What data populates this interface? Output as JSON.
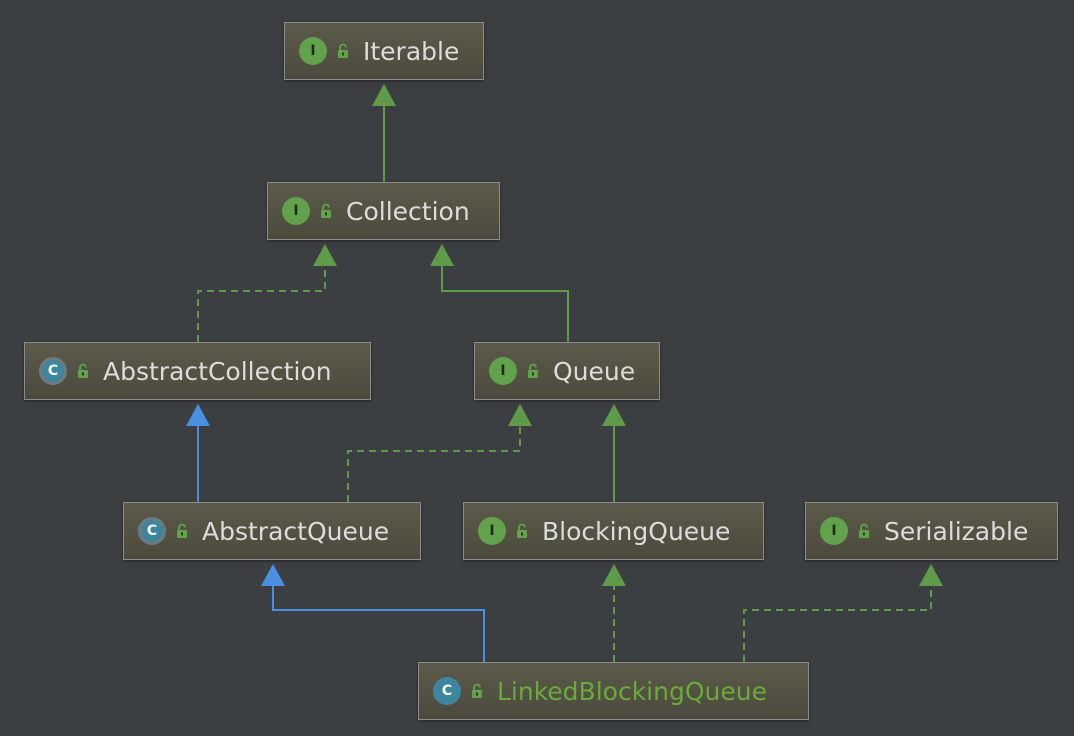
{
  "colors": {
    "background": "#3c3f41",
    "node_fill": "#4e4c3e",
    "node_border": "#8c8c8c",
    "label_text": "#dcdcdc",
    "selected_label_text": "#6aaa3c",
    "interface_badge": "#62a24d",
    "class_badge": "#3e86a0",
    "edge_green": "#5f9b48",
    "edge_blue": "#4a90e2"
  },
  "nodes": [
    {
      "id": "iterable",
      "label": "Iterable",
      "badge": "I",
      "kind": "interface",
      "icon": "unlocked-icon"
    },
    {
      "id": "collection",
      "label": "Collection",
      "badge": "I",
      "kind": "interface",
      "icon": "unlocked-icon"
    },
    {
      "id": "abstract-collection",
      "label": "AbstractCollection",
      "badge": "C",
      "kind": "abstract-class",
      "icon": "unlocked-icon"
    },
    {
      "id": "queue",
      "label": "Queue",
      "badge": "I",
      "kind": "interface",
      "icon": "unlocked-icon"
    },
    {
      "id": "abstract-queue",
      "label": "AbstractQueue",
      "badge": "C",
      "kind": "abstract-class",
      "icon": "unlocked-icon"
    },
    {
      "id": "blocking-queue",
      "label": "BlockingQueue",
      "badge": "I",
      "kind": "interface",
      "icon": "unlocked-icon"
    },
    {
      "id": "serializable",
      "label": "Serializable",
      "badge": "I",
      "kind": "interface",
      "icon": "unlocked-icon"
    },
    {
      "id": "linked-blocking-queue",
      "label": "LinkedBlockingQueue",
      "badge": "C",
      "kind": "class",
      "icon": "unlocked-icon",
      "selected": true
    }
  ],
  "edges": [
    {
      "from": "collection",
      "to": "iterable",
      "relation": "extends-interface",
      "style": "solid",
      "color": "green"
    },
    {
      "from": "abstract-collection",
      "to": "collection",
      "relation": "implements",
      "style": "dashed",
      "color": "green"
    },
    {
      "from": "queue",
      "to": "collection",
      "relation": "extends-interface",
      "style": "solid",
      "color": "green"
    },
    {
      "from": "abstract-queue",
      "to": "abstract-collection",
      "relation": "extends-class",
      "style": "solid",
      "color": "blue"
    },
    {
      "from": "abstract-queue",
      "to": "queue",
      "relation": "implements",
      "style": "dashed",
      "color": "green"
    },
    {
      "from": "blocking-queue",
      "to": "queue",
      "relation": "extends-interface",
      "style": "solid",
      "color": "green"
    },
    {
      "from": "linked-blocking-queue",
      "to": "abstract-queue",
      "relation": "extends-class",
      "style": "solid",
      "color": "blue"
    },
    {
      "from": "linked-blocking-queue",
      "to": "blocking-queue",
      "relation": "implements",
      "style": "dashed",
      "color": "green"
    },
    {
      "from": "linked-blocking-queue",
      "to": "serializable",
      "relation": "implements",
      "style": "dashed",
      "color": "green"
    }
  ]
}
